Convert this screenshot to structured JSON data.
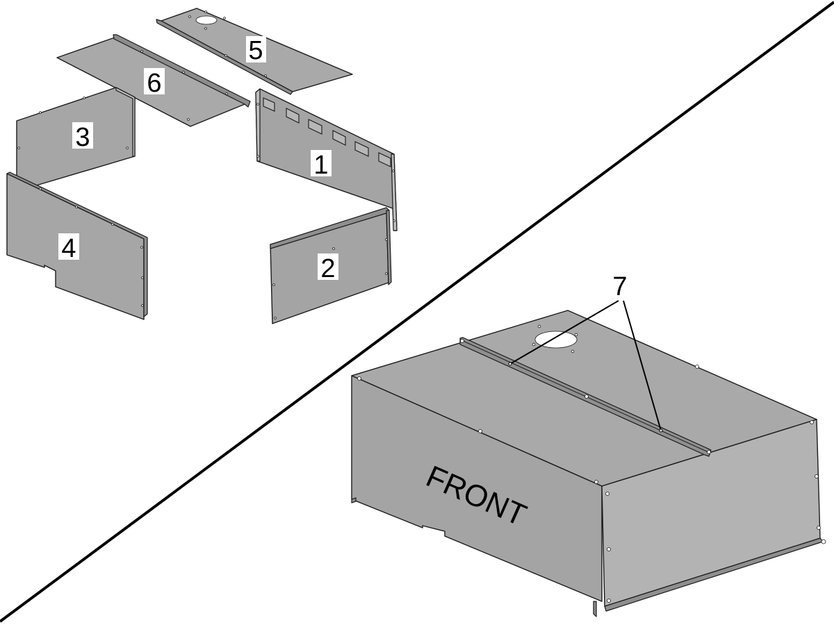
{
  "diagram": {
    "part_labels": {
      "p1": "1",
      "p2": "2",
      "p3": "3",
      "p4": "4",
      "p5": "5",
      "p6": "6",
      "p7": "7"
    },
    "front_label": "FRONT",
    "colors": {
      "panel_fill": "#a3a3a3",
      "panel_light": "#b4b4b4",
      "panel_dark": "#8f8f8f",
      "line": "#1a1a1a",
      "background": "#ffffff"
    }
  }
}
